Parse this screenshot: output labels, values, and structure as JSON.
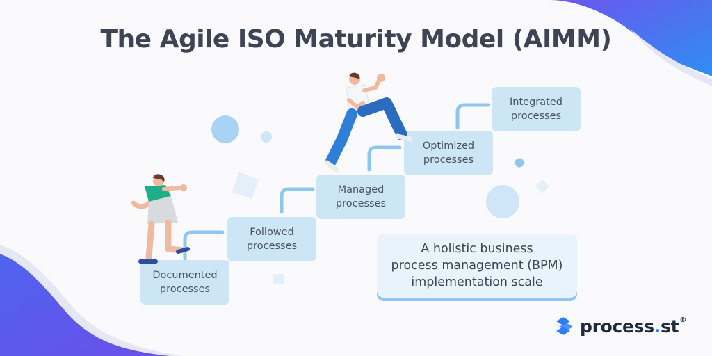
{
  "title": "The Agile ISO Maturity Model (AIMM)",
  "steps": [
    {
      "label": "Documented\nprocesses"
    },
    {
      "label": "Followed\nprocesses"
    },
    {
      "label": "Managed\nprocesses"
    },
    {
      "label": "Optimized\nprocesses"
    },
    {
      "label": "Integrated\nprocesses"
    }
  ],
  "note": "A holistic business\nprocess management (BPM)\nimplementation scale",
  "logo": {
    "name": "process",
    "dot": ".",
    "suffix": "st",
    "reg": "®"
  },
  "colors": {
    "step_fill": "#cde6f6",
    "connector": "#8fc6ee",
    "accent": "#5b6cf0",
    "title": "#3d4453"
  },
  "icons": {
    "logo": "process-st-chevron-icon",
    "climber_top": "person-running-icon",
    "climber_bottom": "person-climbing-icon"
  }
}
